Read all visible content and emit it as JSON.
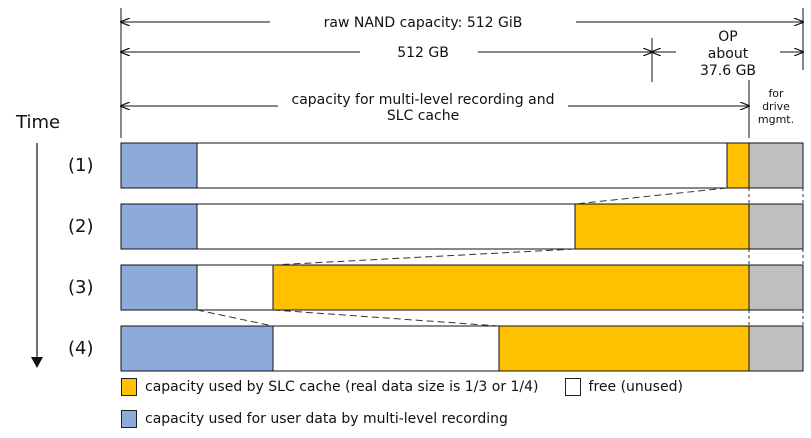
{
  "title_label": "Time",
  "dimension_labels": {
    "raw": "raw NAND capacity: 512 GiB",
    "gb": "512 GB",
    "op_line1": "OP",
    "op_line2": "about",
    "op_line3": "37.6 GB",
    "multi_line1": "capacity for multi-level recording and",
    "multi_line2": "SLC cache",
    "drive_line1": "for",
    "drive_line2": "drive",
    "drive_line3": "mgmt."
  },
  "rows": [
    {
      "label": "(1)"
    },
    {
      "label": "(2)"
    },
    {
      "label": "(3)"
    },
    {
      "label": "(4)"
    }
  ],
  "legend": {
    "slc": "capacity used by SLC cache (real data size is 1/3 or 1/4)",
    "free": "free (unused)",
    "user": "capacity used for user data by multi-level recording"
  },
  "colors": {
    "user": "#8eaadb",
    "slc": "#ffc000",
    "mgmt": "#bfbfbf",
    "free": "#ffffff"
  }
}
